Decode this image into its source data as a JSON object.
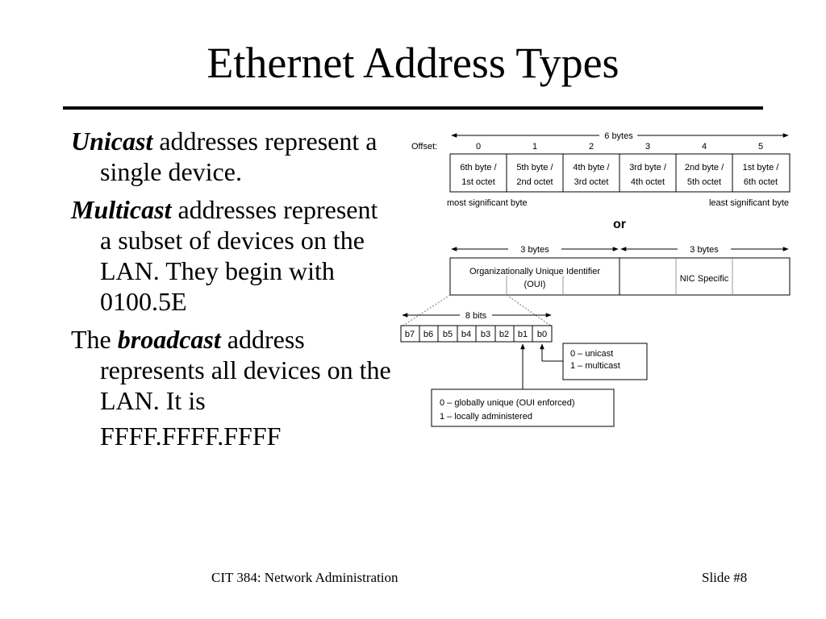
{
  "slide": {
    "title": "Ethernet Address Types"
  },
  "bullets": [
    {
      "term": "Unicast",
      "text": " addresses represent a single device."
    },
    {
      "term": "Multicast",
      "text": " addresses represent a subset of devices on the LAN. They begin with 0100.5E"
    },
    {
      "prefix": "The ",
      "term": "broadcast",
      "text": " address represents all devices on the LAN.  It is",
      "address": "FFFF.FFFF.FFFF"
    }
  ],
  "diagram": {
    "offset_label": "Offset:",
    "total_bytes_label": "6 bytes",
    "offsets": [
      "0",
      "1",
      "2",
      "3",
      "4",
      "5"
    ],
    "byte_cells": [
      {
        "line1": "6th byte /",
        "line2": "1st octet"
      },
      {
        "line1": "5th byte /",
        "line2": "2nd octet"
      },
      {
        "line1": "4th byte /",
        "line2": "3rd octet"
      },
      {
        "line1": "3rd byte /",
        "line2": "4th octet"
      },
      {
        "line1": "2nd byte /",
        "line2": "5th octet"
      },
      {
        "line1": "1st byte /",
        "line2": "6th octet"
      }
    ],
    "msb_label": "most significant byte",
    "lsb_label": "least significant byte",
    "or_label": "or",
    "oui_bytes_label": "3 bytes",
    "nic_bytes_label": "3 bytes",
    "oui_line1": "Organizationally Unique Identifier",
    "oui_line2": "(OUI)",
    "nic_label": "NIC Specific",
    "bits_label": "8 bits",
    "bits": [
      "b7",
      "b6",
      "b5",
      "b4",
      "b3",
      "b2",
      "b1",
      "b0"
    ],
    "cast_line1": "0 – unicast",
    "cast_line2": "1 – multicast",
    "admin_line1": "0 – globally unique (OUI enforced)",
    "admin_line2": "1 – locally administered"
  },
  "footer": {
    "course": "CIT 384: Network Administration",
    "slide_number": "Slide #8"
  }
}
